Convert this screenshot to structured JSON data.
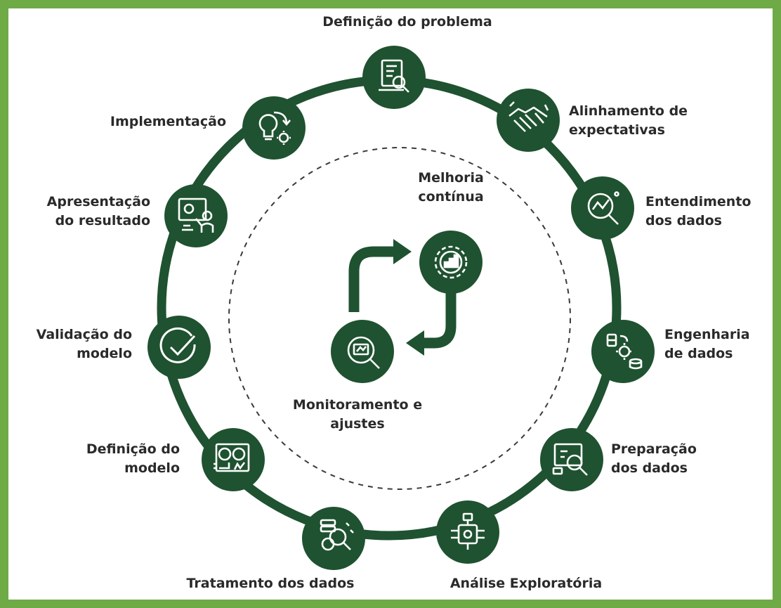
{
  "colors": {
    "frame": "#6eaa45",
    "ring": "#1f5230",
    "node": "#1f5230",
    "icon": "#ffffff",
    "dashed": "#3a3a3a",
    "text": "#2a2a2a"
  },
  "steps": [
    {
      "label": "Definição do problema",
      "icon": "document-magnifier-icon"
    },
    {
      "label": "Alinhamento de expectativas",
      "icon": "handshake-icon"
    },
    {
      "label": "Entendimento dos dados",
      "icon": "chart-magnifier-icon"
    },
    {
      "label": "Engenharia de dados",
      "icon": "data-gear-icon"
    },
    {
      "label": "Preparação dos dados",
      "icon": "screen-magnifier-icon"
    },
    {
      "label": "Análise Exploratória",
      "icon": "circuit-search-icon"
    },
    {
      "label": "Tratamento dos dados",
      "icon": "database-gear-magnifier-icon"
    },
    {
      "label": "Definição do modelo",
      "icon": "model-dashboard-icon"
    },
    {
      "label": "Validação do modelo",
      "icon": "check-circle-icon"
    },
    {
      "label": "Apresentação do resultado",
      "icon": "presentation-board-icon"
    },
    {
      "label": "Implementação",
      "icon": "lightbulb-gear-icon"
    }
  ],
  "inner": {
    "improvement": {
      "label": "Melhoria contínua",
      "icon": "gear-chart-icon"
    },
    "monitoring": {
      "label": "Monitoramento e ajustes",
      "icon": "monitor-magnifier-icon"
    }
  }
}
